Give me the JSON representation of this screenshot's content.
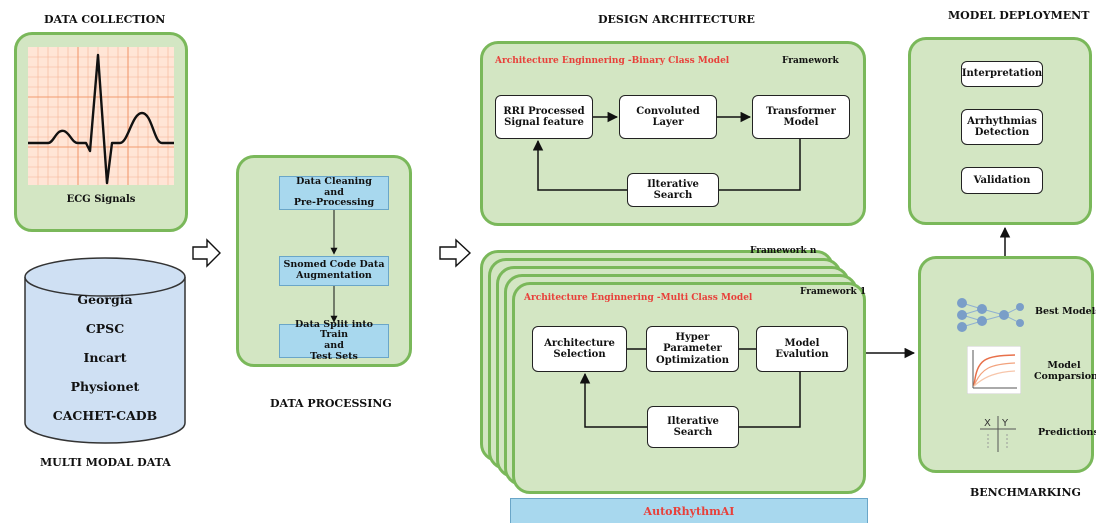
{
  "data_collection": {
    "title": "DATA COLLECTION",
    "ecg_label": "ECG Signals"
  },
  "multi_modal": {
    "title": "MULTI MODAL DATA",
    "datasets": [
      "Georgia",
      "CPSC",
      "Incart",
      "Physionet",
      "CACHET-CADB"
    ]
  },
  "data_processing": {
    "title": "DATA PROCESSING",
    "steps": [
      "Data Cleaning\nand\nPre-Processing",
      "Snomed Code Data\nAugmentation",
      "Data Split into Train\nand\nTest Sets"
    ]
  },
  "design_architecture": {
    "title": "DESIGN ARCHITECTURE",
    "binary": {
      "heading": "Architecture Enginnering -Binary Class  Model",
      "framework": "Framework",
      "nodes": [
        "RRI Processed\nSignal feature",
        "Convoluted\nLayer",
        "Transformer\nModel"
      ],
      "search": "Ilterative Search"
    },
    "multi": {
      "heading": "Architecture Enginnering -Multi Class Model",
      "framework_n": "Framework n",
      "framework_1": "Framework 1",
      "nodes": [
        "Architecture\nSelection",
        "Hyper Parameter\nOptimization",
        "Model Evalution"
      ],
      "search": "Ilterative Search"
    }
  },
  "model_deployment": {
    "title": "MODEL DEPLOYMENT",
    "items": [
      "Interpretation",
      "Arrhythmias\nDetection",
      "Validation"
    ]
  },
  "benchmarking": {
    "title": "BENCHMARKING",
    "items": [
      "Best Models",
      "Model\nComparsion",
      "Predictions"
    ]
  },
  "footer": {
    "label": "AutoRhythmAI"
  },
  "colors": {
    "panel_fill": "#d3e6c3",
    "panel_border": "#7ab85a",
    "process_box": "#a8d8ee",
    "accent_red": "#e8403a"
  }
}
